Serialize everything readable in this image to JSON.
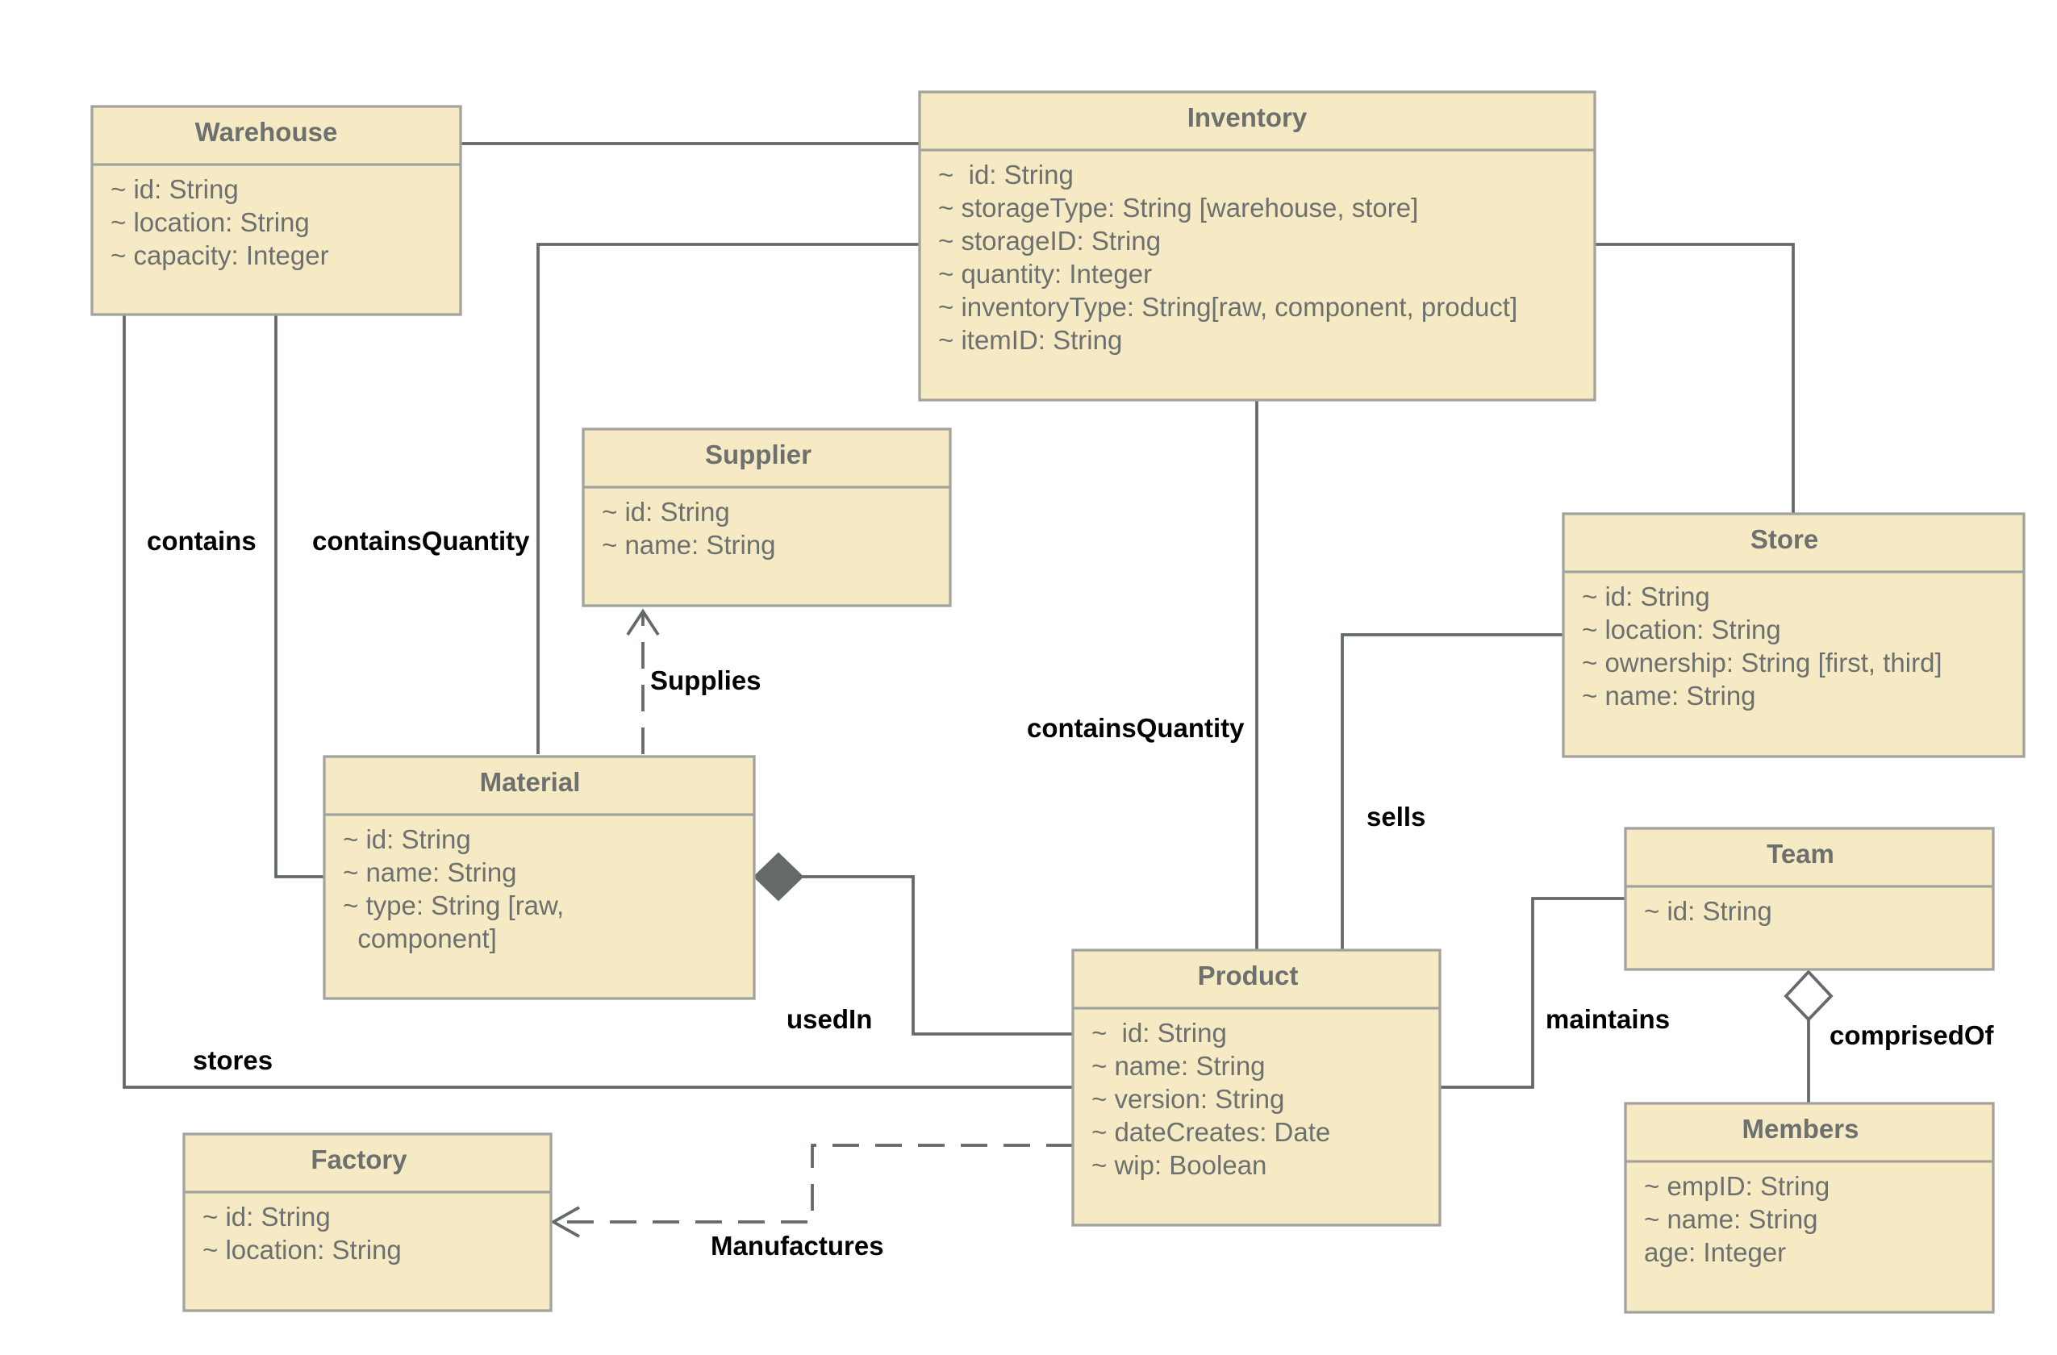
{
  "classes": {
    "warehouse": {
      "name": "Warehouse",
      "attrs": [
        "~ id: String",
        "~ location: String",
        "~ capacity: Integer"
      ]
    },
    "inventory": {
      "name": "Inventory",
      "attrs": [
        "~  id: String",
        "~ storageType: String [warehouse, store]",
        "~ storageID: String",
        "~ quantity: Integer",
        "~ inventoryType: String[raw, component, product]",
        "~ itemID: String"
      ]
    },
    "supplier": {
      "name": "Supplier",
      "attrs": [
        "~ id: String",
        "~ name: String"
      ]
    },
    "store": {
      "name": "Store",
      "attrs": [
        "~ id: String",
        "~ location: String",
        "~ ownership: String [first, third]",
        "~ name: String"
      ]
    },
    "material": {
      "name": "Material",
      "attrs": [
        "~ id: String",
        "~ name: String",
        "~ type: String [raw,",
        "  component]"
      ]
    },
    "team": {
      "name": "Team",
      "attrs": [
        "~ id: String"
      ]
    },
    "product": {
      "name": "Product",
      "attrs": [
        "~  id: String",
        "~ name: String",
        "~ version: String",
        "~ dateCreates: Date",
        "~ wip: Boolean"
      ]
    },
    "factory": {
      "name": "Factory",
      "attrs": [
        "~ id: String",
        "~ location: String"
      ]
    },
    "members": {
      "name": "Members",
      "attrs": [
        "~ empID: String",
        "~ name: String",
        "age: Integer"
      ]
    }
  },
  "relations": {
    "contains": "contains",
    "contains_quantity_material": "containsQuantity",
    "supplies": "Supplies",
    "contains_quantity_product": "containsQuantity",
    "sells": "sells",
    "used_in": "usedIn",
    "maintains": "maintains",
    "comprised_of": "comprisedOf",
    "stores": "stores",
    "manufactures": "Manufactures"
  },
  "colors": {
    "class_fill": "#f5eac3",
    "class_border": "#a3a39e",
    "class_text": "#6c706f",
    "edge": "#646a6a",
    "label": "#000000"
  }
}
